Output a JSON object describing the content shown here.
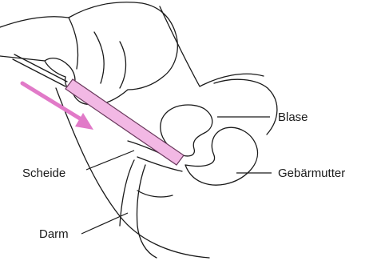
{
  "colors": {
    "line": "#1a1a1a",
    "applicator_fill": "#f2b8e4",
    "applicator_stroke": "#6b3a5e",
    "arrow": "#e17ac8"
  },
  "labels": {
    "blase": "Blase",
    "gebaermutter": "Gebärmutter",
    "scheide": "Scheide",
    "darm": "Darm"
  }
}
